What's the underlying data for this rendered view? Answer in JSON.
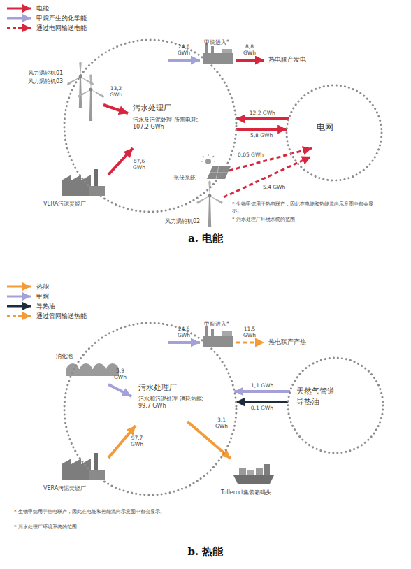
{
  "diagram": {
    "nodes": [
      {
        "text": [
          "污水处理厂",
          "污水及污泥处理 所需电耗: 107.2 GWh"
        ]
      },
      {
        "text": [
          "电网"
        ]
      },
      {
        "text": [
          "污水处理厂",
          "污水和污泥处理 消耗热能: 99.7 GWh"
        ]
      },
      {
        "text": [
          "天然气管道",
          "导热油"
        ]
      }
    ],
    "edges": [
      {
        "from": 1,
        "to": 0,
        "arrow": "to",
        "label": "12,2 GWh"
      },
      {
        "from": 0,
        "to": 1,
        "arrow": "to",
        "label": "5,8 GWh"
      },
      {
        "from": 3,
        "to": 2,
        "arrow": "to",
        "label": "1,1 GWh"
      },
      {
        "from": 3,
        "to": 2,
        "arrow": "to",
        "label": "0,1 GWh"
      }
    ],
    "labels": [
      "甲烷进入*",
      "24,6 GWh",
      "8,8 GWh",
      "热电联产发电",
      "风力涡轮机01",
      "风力涡轮机03",
      "13,2 GWh",
      "87,6 GWh",
      "VERA污泥焚烧厂",
      "光伏系统",
      "0,05 GWh",
      "5,4 GWh",
      "风力涡轮机02",
      "* 生物甲烷用于热电联产，因此在电能和热能流向示意图中都会显示。",
      "* 污水处理厂环境系统的范围",
      "a. 电能",
      "甲烷进入*",
      "24,6 GWh",
      "11,5 GWh",
      "热电联产产热",
      "消化池",
      "5,9 GWh",
      "97,7 GWh",
      "VERA污泥焚烧厂",
      "3,1 GWh",
      "Tollerort集装箱码头",
      "* 生物甲烷用于热电联产，因此在电能和热能流向示意图中都会显示。",
      "* 污水处理厂环境系统的范围",
      "b. 热能"
    ],
    "legend": [
      {
        "text": "电能"
      },
      {
        "text": "甲烷产生的化学能"
      },
      {
        "text": "通过电网输送电能"
      },
      {
        "text": "热能"
      },
      {
        "text": "甲烷"
      },
      {
        "text": "导热油"
      },
      {
        "text": "通过管网输送热能"
      }
    ]
  }
}
